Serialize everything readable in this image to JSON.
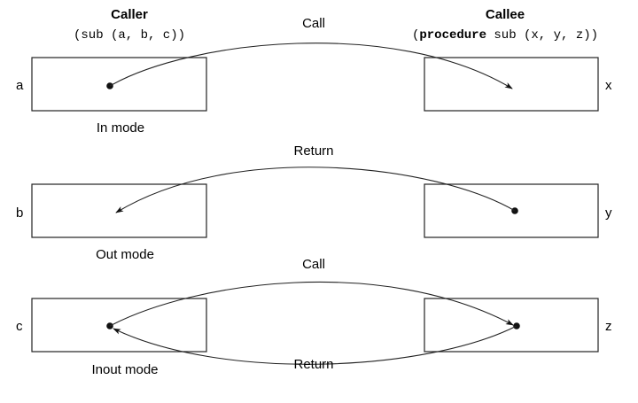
{
  "header": {
    "caller_title": "Caller",
    "caller_call": "(sub (a, b, c))",
    "callee_title": "Callee",
    "callee_open_paren": "(",
    "callee_keyword": "procedure",
    "callee_signature": " sub (x, y, z))"
  },
  "rows": {
    "in": {
      "left_var": "a",
      "right_var": "x",
      "mode_label": "In mode",
      "arrow_label": "Call"
    },
    "out": {
      "left_var": "b",
      "right_var": "y",
      "mode_label": "Out mode",
      "arrow_label": "Return"
    },
    "inout": {
      "left_var": "c",
      "right_var": "z",
      "mode_label": "Inout mode",
      "call_label": "Call",
      "return_label": "Return"
    }
  }
}
